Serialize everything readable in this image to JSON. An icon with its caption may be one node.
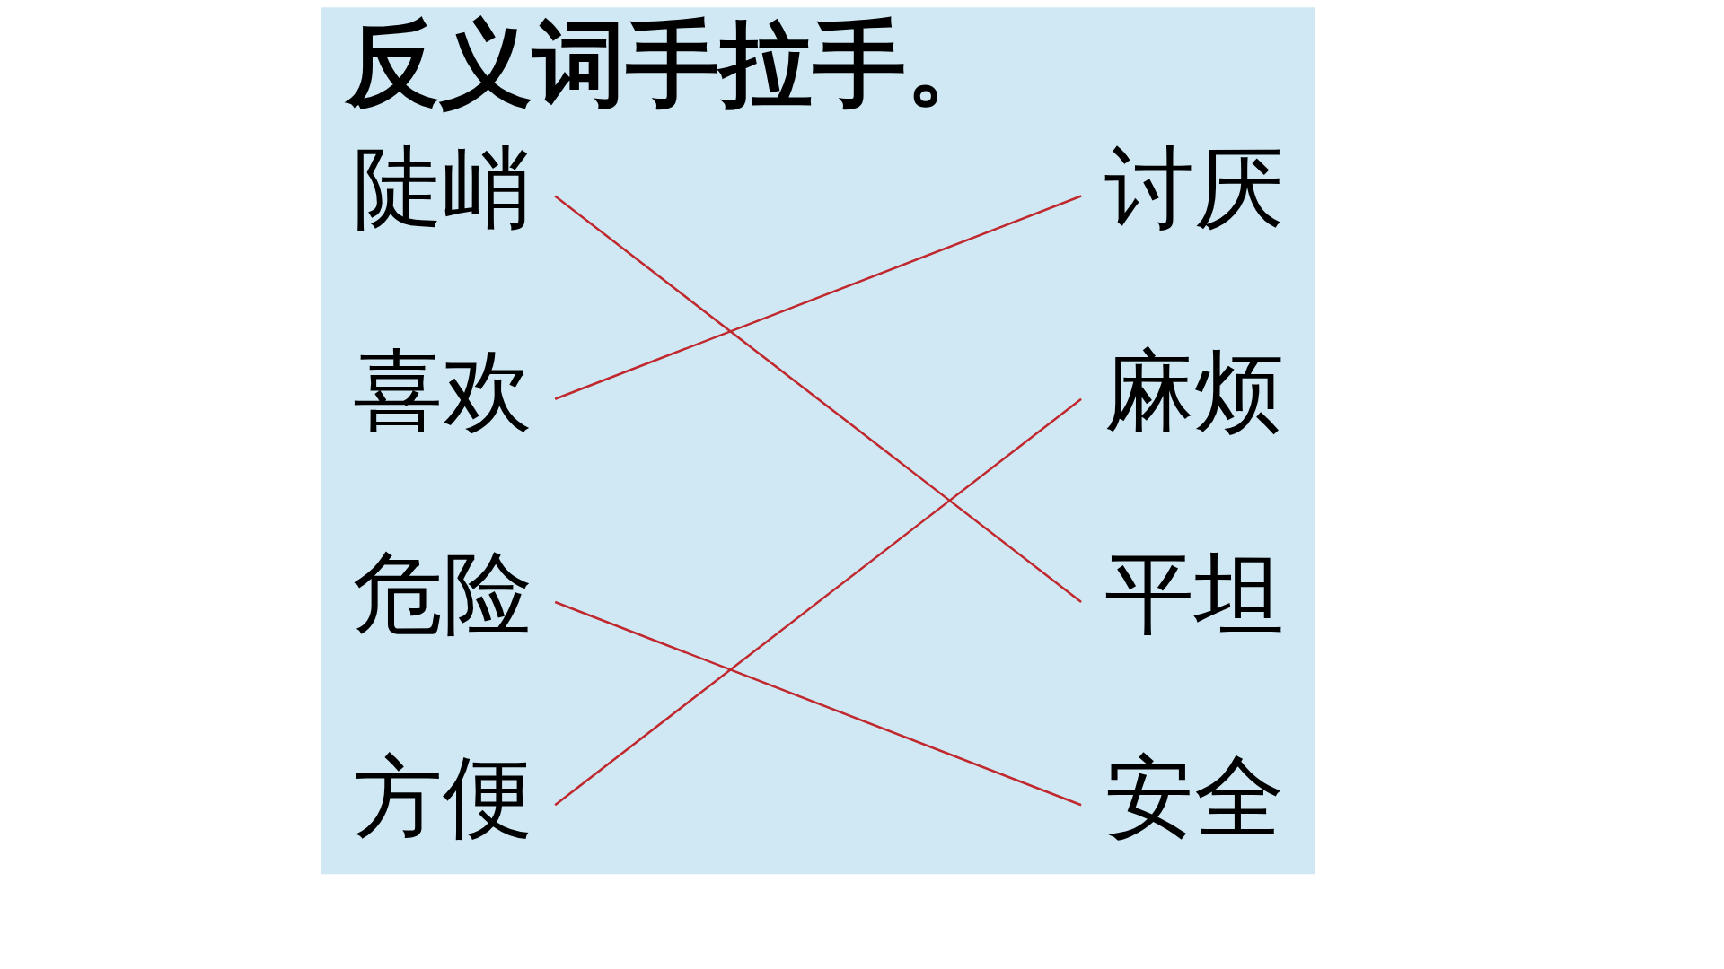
{
  "diagram": {
    "title": "反义词手拉手。",
    "nodes": [
      {
        "text": [
          "陡峭"
        ]
      },
      {
        "text": [
          "喜欢"
        ]
      },
      {
        "text": [
          "危险"
        ]
      },
      {
        "text": [
          "方便"
        ]
      },
      {
        "text": [
          "讨厌"
        ]
      },
      {
        "text": [
          "麻烦"
        ]
      },
      {
        "text": [
          "平坦"
        ]
      },
      {
        "text": [
          "安全"
        ]
      }
    ],
    "edges": [
      {
        "from": 0,
        "to": 6,
        "arrow": "none"
      },
      {
        "from": 1,
        "to": 4,
        "arrow": "none"
      },
      {
        "from": 2,
        "to": 7,
        "arrow": "none"
      },
      {
        "from": 3,
        "to": 5,
        "arrow": "none"
      }
    ]
  }
}
